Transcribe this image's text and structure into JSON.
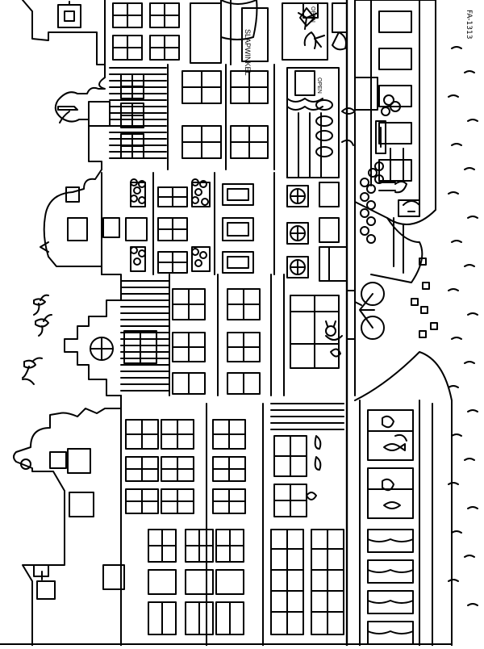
{
  "image": {
    "kind": "coloring-page line drawing",
    "orientation": "rotated 90 degrees clockwise",
    "stroke_color": "#000000",
    "background_color": "#ffffff"
  },
  "signs": {
    "shop_sign": "SLAPWINKEL",
    "open_sign_top": "OPEN",
    "open_sign_lower": "OPEN"
  },
  "signature": "FA-1313",
  "icons": [
    "seagull-icon",
    "bicycle-icon",
    "cat-icon",
    "flower-box-icon",
    "pinwheel-window-icon",
    "boat-icon",
    "plant-icon",
    "heart-icon",
    "fish-icon",
    "shoe-icon"
  ]
}
